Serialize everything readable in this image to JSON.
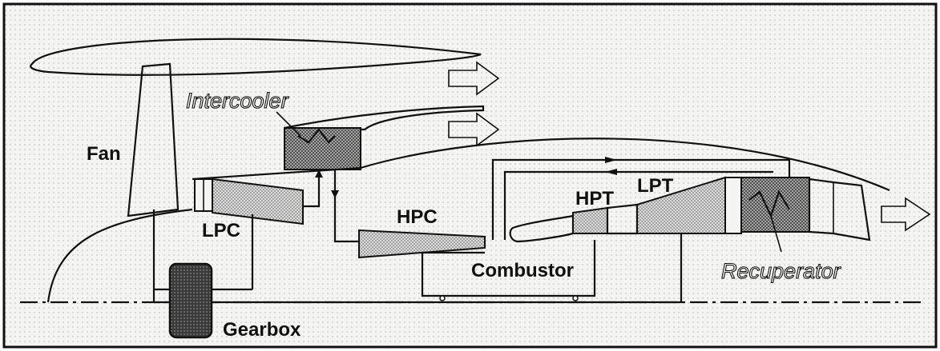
{
  "labels": {
    "fan": "Fan",
    "intercooler": "Intercooler",
    "lpc": "LPC",
    "hpc": "HPC",
    "hpt": "HPT",
    "lpt": "LPT",
    "combustor": "Combustor",
    "recuperator": "Recuperator",
    "gearbox": "Gearbox"
  },
  "colors": {
    "background": "#f4f4f2",
    "grid_dot": "#b8b8b8",
    "outline": "#111111",
    "stipple_light": "#c8c8c8",
    "stipple_dark": "#8c8c8c",
    "gearbox_fill": "#2e2e2e"
  }
}
